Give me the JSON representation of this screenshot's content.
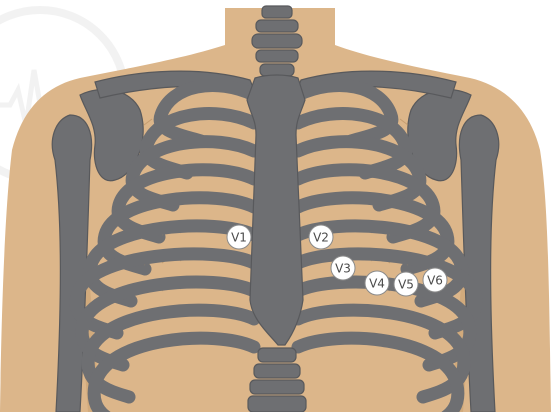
{
  "electrodes": [
    {
      "id": "v1",
      "label": "V1"
    },
    {
      "id": "v2",
      "label": "V2"
    },
    {
      "id": "v3",
      "label": "V3"
    },
    {
      "id": "v4",
      "label": "V4"
    },
    {
      "id": "v5",
      "label": "V5"
    },
    {
      "id": "v6",
      "label": "V6"
    }
  ],
  "colors": {
    "skin": "#dcb68a",
    "skin_shadow": "#c9a171",
    "bone": "#6e6f72",
    "bone_outline": "#58595c",
    "rib_shading": "#b58d5f",
    "electrode_fill": "#ffffff",
    "electrode_stroke": "#8a8a8a",
    "background": "#ffffff"
  }
}
